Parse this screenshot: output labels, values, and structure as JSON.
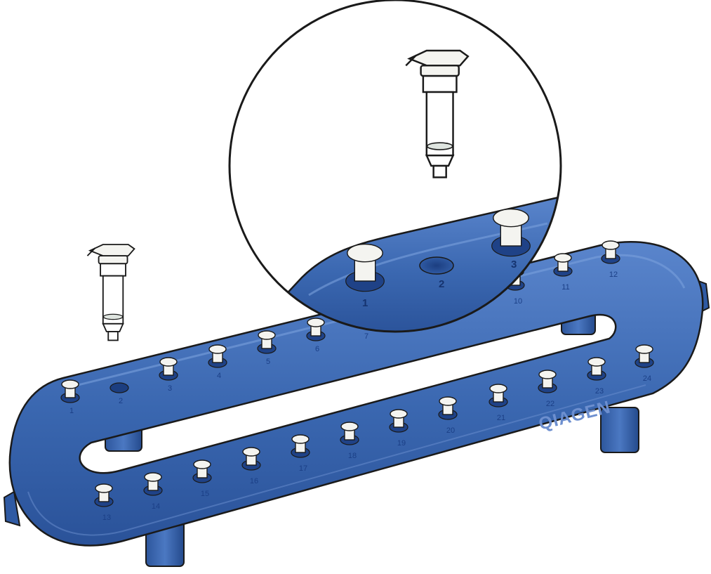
{
  "colors": {
    "manifold_body": "#3a67b0",
    "manifold_shadow": "#21468a",
    "manifold_highlight": "#6f95d4",
    "outline": "#1a1a1a",
    "port_fill": "#f4f4f0",
    "brand_text": "#6d8fcf"
  },
  "brand": {
    "text": "QIAGEN"
  },
  "ports": {
    "row_back_1": [
      "1",
      "2",
      "3",
      "4",
      "5",
      "6",
      "7"
    ],
    "row_back_2": [
      "10",
      "11",
      "12"
    ],
    "row_front": [
      "13",
      "14",
      "15",
      "16",
      "17",
      "18",
      "19",
      "20",
      "21",
      "22",
      "23",
      "24"
    ]
  },
  "magnifier": {
    "labels": [
      "1",
      "2",
      "3"
    ]
  },
  "icons": [
    "spin-column-icon",
    "vacuum-manifold-icon"
  ]
}
